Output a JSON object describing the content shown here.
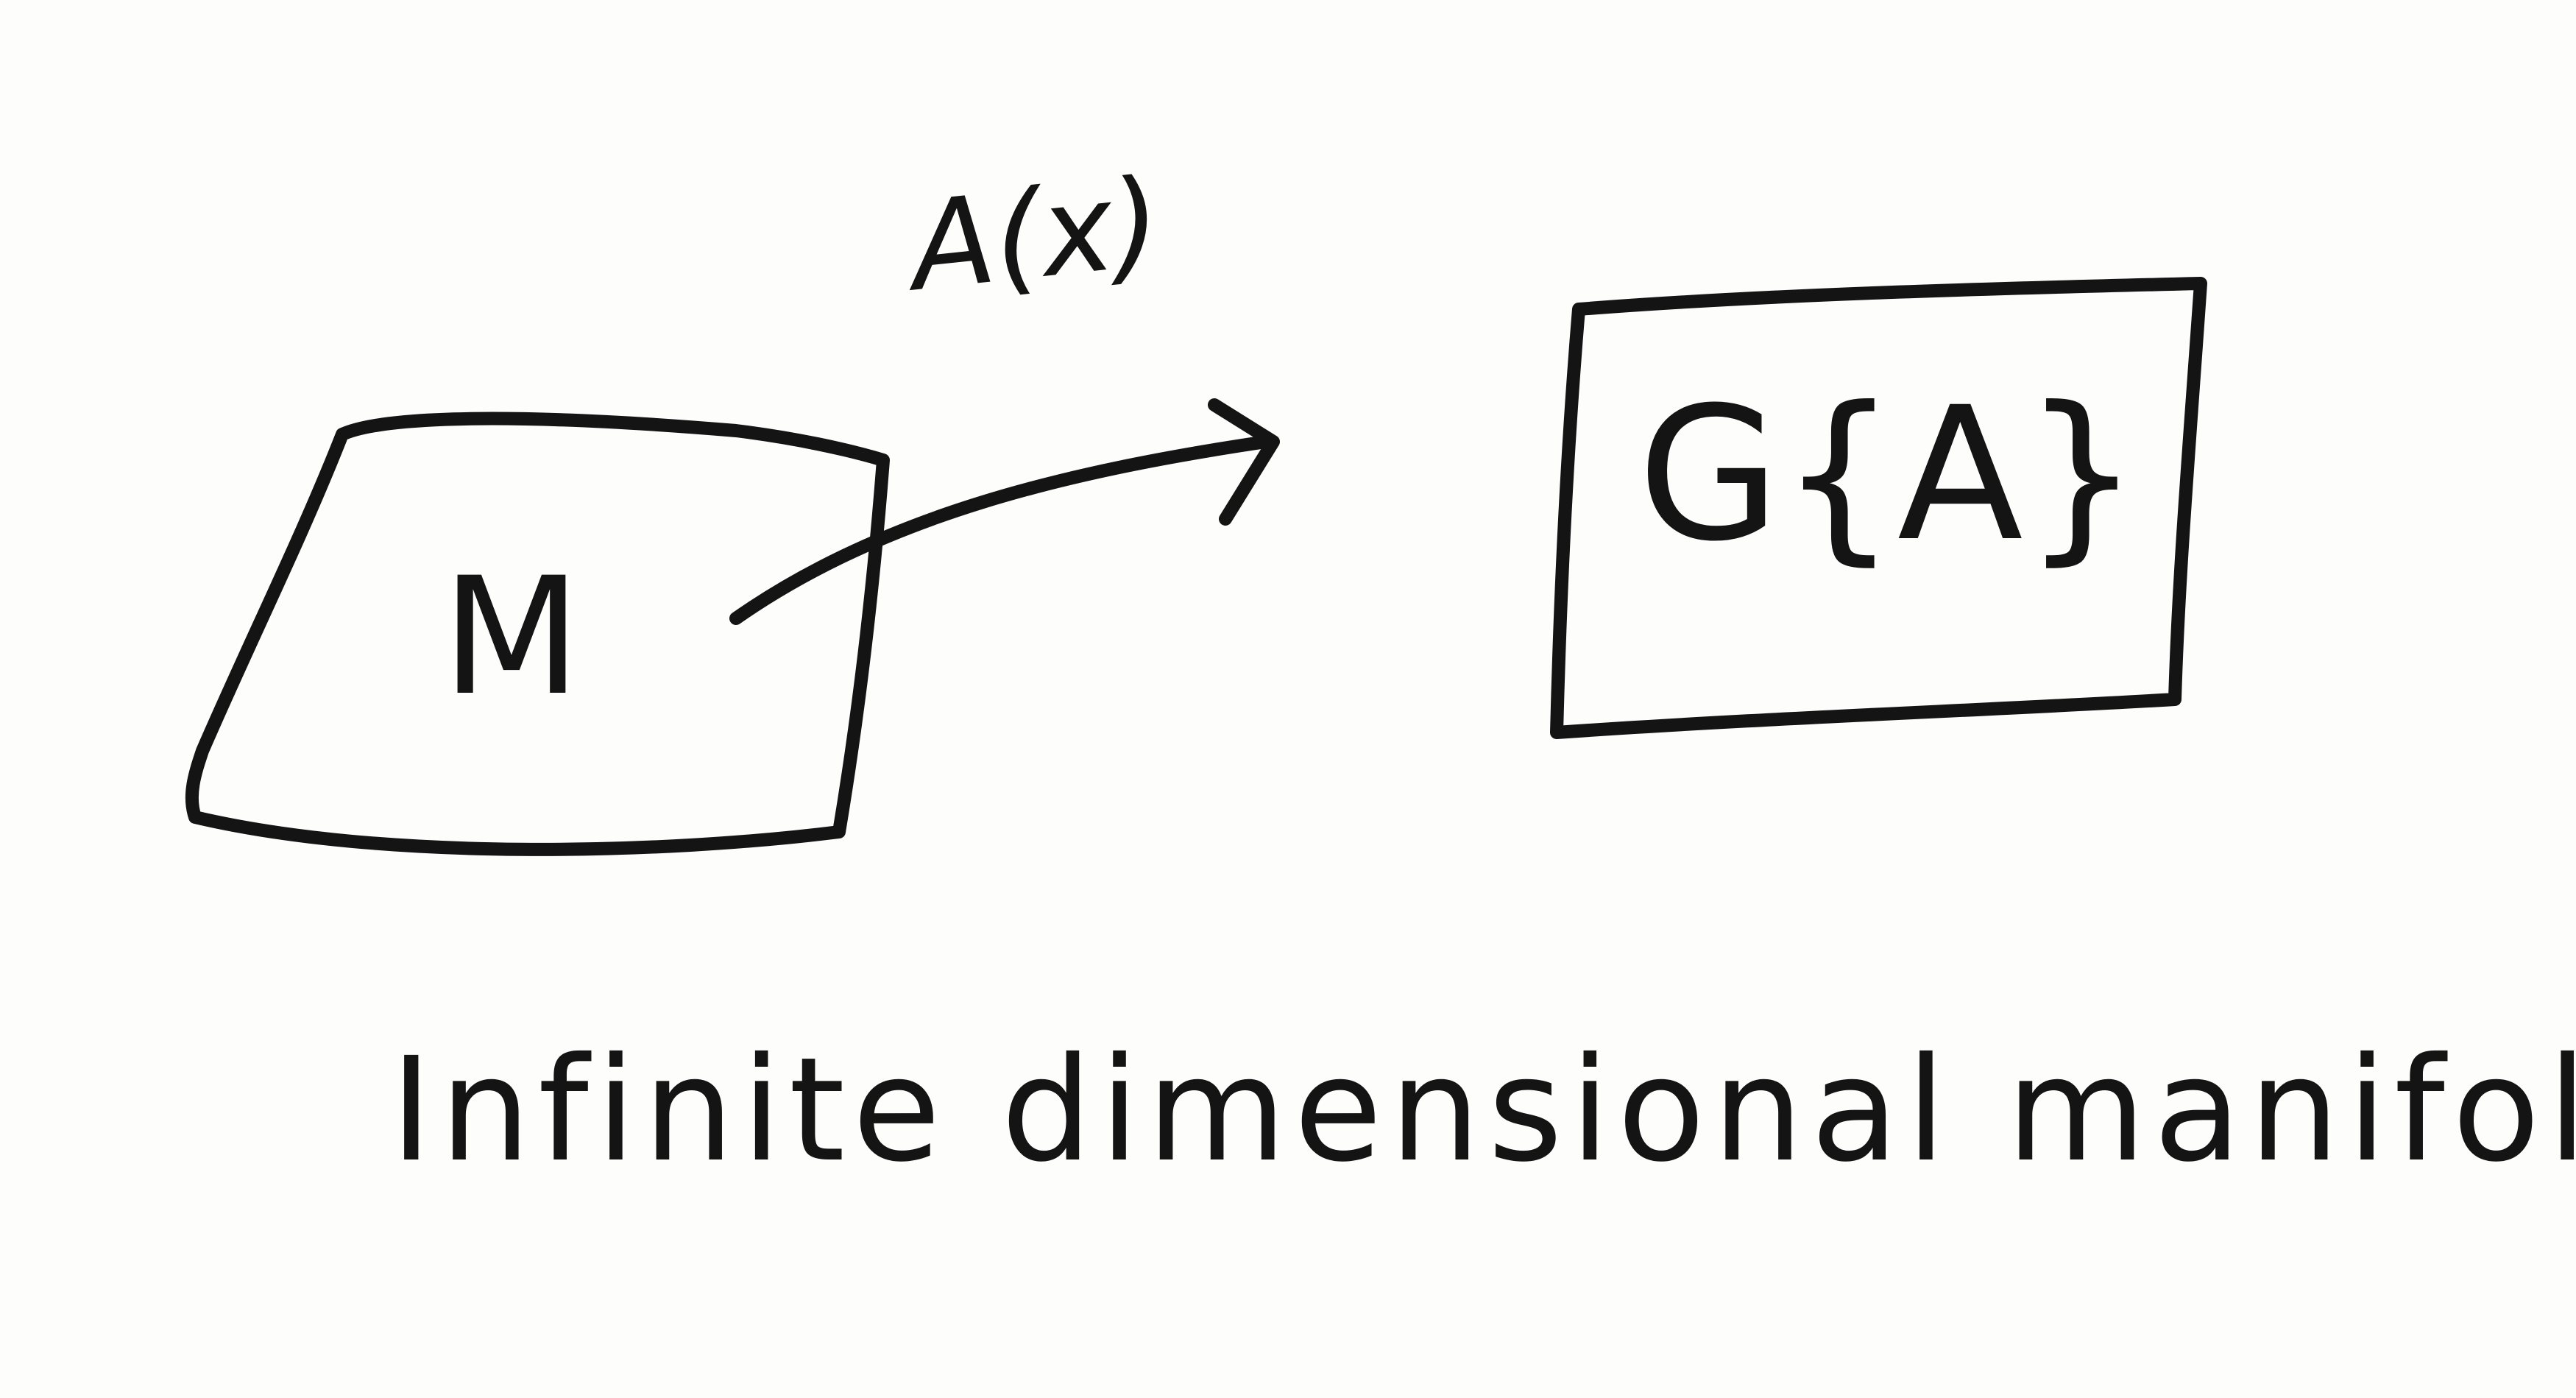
{
  "diagram": {
    "source_label": "M",
    "map_label": "A(x)",
    "target_label": "G{A}",
    "caption": "Infinite dimensional manifold"
  }
}
